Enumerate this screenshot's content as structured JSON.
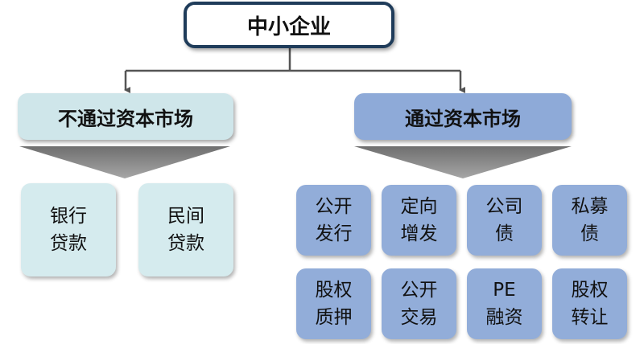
{
  "root": {
    "label": "中小企业"
  },
  "branches": [
    {
      "label": "不通过资本市场",
      "color": "#cfe6ea",
      "leaves": [
        {
          "lines": [
            "银行",
            "贷款"
          ]
        },
        {
          "lines": [
            "民间",
            "贷款"
          ]
        }
      ]
    },
    {
      "label": "通过资本市场",
      "color": "#8eaad8",
      "leaves": [
        {
          "lines": [
            "公开",
            "发行"
          ]
        },
        {
          "lines": [
            "定向",
            "增发"
          ]
        },
        {
          "lines": [
            "公司",
            "债"
          ]
        },
        {
          "lines": [
            "私募",
            "债"
          ]
        },
        {
          "lines": [
            "股权",
            "质押"
          ]
        },
        {
          "lines": [
            "公开",
            "交易"
          ]
        },
        {
          "lines": [
            "PE",
            "融资"
          ]
        },
        {
          "lines": [
            "股权",
            "转让"
          ]
        }
      ]
    }
  ],
  "colors": {
    "root_border": "#1f3c5a",
    "connector": "#555555",
    "funnel": "#8c8c8c"
  }
}
